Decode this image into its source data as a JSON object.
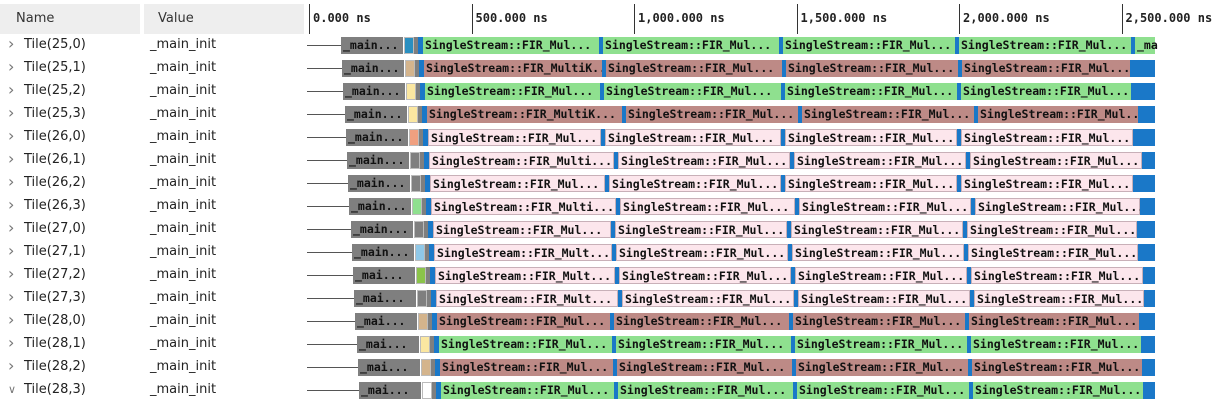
{
  "header": {
    "name_label": "Name",
    "value_label": "Value"
  },
  "timeline": {
    "ticks": [
      "0.000 ns",
      "500.000 ns",
      "1,000.000 ns",
      "1,500.000 ns",
      "2,000.000 ns",
      "2,500.000 ns"
    ],
    "colors": {
      "main": "#7f7f7f",
      "green": "#8fe08f",
      "rose": "#bd8a86",
      "pink": "#fce6ec",
      "blue": "#1a78c8",
      "line": "#555555"
    }
  },
  "rows": [
    {
      "name": "Tile(25,0)",
      "value": "_main_init",
      "expanded": false,
      "main": "_main...",
      "chip": "#2a8fc0",
      "sc": "green",
      "streams": [
        "SingleStream::FIR_Mul...",
        "SingleStream::FIR_Mul...",
        "SingleStream::FIR_Mul...",
        "SingleStream::FIR_Mul..."
      ],
      "tail": "_ma"
    },
    {
      "name": "Tile(25,1)",
      "value": "_main_init",
      "expanded": false,
      "main": "_main...",
      "chip": "#d4b48c",
      "sc": "rose",
      "streams": [
        "SingleStream::FIR_MultiK...",
        "SingleStream::FIR_Mul...",
        "SingleStream::FIR_Mul...",
        "SingleStream::FIR_Mul..."
      ],
      "tail": ""
    },
    {
      "name": "Tile(25,2)",
      "value": "_main_init",
      "expanded": false,
      "main": "_main...",
      "chip": "#fbe7a1",
      "sc": "green",
      "streams": [
        "SingleStream::FIR_Mul...",
        "SingleStream::FIR_Mul...",
        "SingleStream::FIR_Mul...",
        "SingleStream::FIR_Mul..."
      ],
      "tail": ""
    },
    {
      "name": "Tile(25,3)",
      "value": "_main_init",
      "expanded": false,
      "main": "_main...",
      "chip": "#fbe7a1",
      "sc": "rose",
      "streams": [
        "SingleStream::FIR_MultiK...",
        "SingleStream::FIR_Mul...",
        "SingleStream::FIR_Mul...",
        "SingleStream::FIR_Mul..."
      ],
      "tail": ""
    },
    {
      "name": "Tile(26,0)",
      "value": "_main_init",
      "expanded": false,
      "main": "_main...",
      "chip": "#f0a080",
      "sc": "pink",
      "streams": [
        "SingleStream::FIR_Mul...",
        "SingleStream::FIR_Mul...",
        "SingleStream::FIR_Mul...",
        "SingleStream::FIR_Mul..."
      ],
      "tail": ""
    },
    {
      "name": "Tile(26,1)",
      "value": "_main_init",
      "expanded": false,
      "main": "_main...",
      "chip": "#7f7f7f",
      "sc": "pink",
      "streams": [
        "SingleStream::FIR_Multi...",
        "SingleStream::FIR_Mul...",
        "SingleStream::FIR_Mul...",
        "SingleStream::FIR_Mul..."
      ],
      "tail": ""
    },
    {
      "name": "Tile(26,2)",
      "value": "_main_init",
      "expanded": false,
      "main": "_main...",
      "chip": "#7f7f7f",
      "sc": "pink",
      "streams": [
        "SingleStream::FIR_Mul...",
        "SingleStream::FIR_Mul...",
        "SingleStream::FIR_Mul...",
        "SingleStream::FIR_Mul..."
      ],
      "tail": ""
    },
    {
      "name": "Tile(26,3)",
      "value": "_main_init",
      "expanded": false,
      "main": "_main...",
      "chip": "#8fe08f",
      "sc": "pink",
      "streams": [
        "SingleStream::FIR_Multi...",
        "SingleStream::FIR_Mul...",
        "SingleStream::FIR_Mul...",
        "SingleStream::FIR_Mul..."
      ],
      "tail": ""
    },
    {
      "name": "Tile(27,0)",
      "value": "_main_init",
      "expanded": false,
      "main": "_main...",
      "chip": "#7f7f7f",
      "sc": "pink",
      "streams": [
        "SingleStream::FIR_Mul...",
        "SingleStream::FIR_Mul...",
        "SingleStream::FIR_Mul...",
        "SingleStream::FIR_Mul..."
      ],
      "tail": ""
    },
    {
      "name": "Tile(27,1)",
      "value": "_main_init",
      "expanded": false,
      "main": "_main...",
      "chip": "#8fc8e8",
      "sc": "pink",
      "streams": [
        "SingleStream::FIR_Mult...",
        "SingleStream::FIR_Mul...",
        "SingleStream::FIR_Mul...",
        "SingleStream::FIR_Mul..."
      ],
      "tail": ""
    },
    {
      "name": "Tile(27,2)",
      "value": "_main_init",
      "expanded": false,
      "main": "_mai...",
      "chip": "#8bc34a",
      "sc": "pink",
      "streams": [
        "SingleStream::FIR_Mult...",
        "SingleStream::FIR_Mul...",
        "SingleStream::FIR_Mul...",
        "SingleStream::FIR_Mul..."
      ],
      "tail": ""
    },
    {
      "name": "Tile(27,3)",
      "value": "_main_init",
      "expanded": false,
      "main": "_mai...",
      "chip": "#7f7f7f",
      "sc": "pink",
      "streams": [
        "SingleStream::FIR_Mult...",
        "SingleStream::FIR_Mul...",
        "SingleStream::FIR_Mul...",
        "SingleStream::FIR_Mul..."
      ],
      "tail": ""
    },
    {
      "name": "Tile(28,0)",
      "value": "_main_init",
      "expanded": false,
      "main": "_mai...",
      "chip": "#d4b48c",
      "sc": "rose",
      "streams": [
        "SingleStream::FIR_Mul...",
        "SingleStream::FIR_Mul...",
        "SingleStream::FIR_Mul...",
        "SingleStream::FIR_Mul..."
      ],
      "tail": ""
    },
    {
      "name": "Tile(28,1)",
      "value": "_main_init",
      "expanded": false,
      "main": "_mai...",
      "chip": "#fbe7a1",
      "sc": "green",
      "streams": [
        "SingleStream::FIR_Mul...",
        "SingleStream::FIR_Mul...",
        "SingleStream::FIR_Mul...",
        "SingleStream::FIR_Mul..."
      ],
      "tail": ""
    },
    {
      "name": "Tile(28,2)",
      "value": "_main_init",
      "expanded": false,
      "main": "_mai...",
      "chip": "#d4b48c",
      "sc": "rose",
      "streams": [
        "SingleStream::FIR_Mul...",
        "SingleStream::FIR_Mul...",
        "SingleStream::FIR_Mul...",
        "SingleStream::FIR_Mul..."
      ],
      "tail": ""
    },
    {
      "name": "Tile(28,3)",
      "value": "_main_init",
      "expanded": true,
      "main": "_mai...",
      "chip": "#ffffff",
      "sc": "green",
      "streams": [
        "SingleStream::FIR_Mul...",
        "SingleStream::FIR_Mul...",
        "SingleStream::FIR_Mul...",
        "SingleStream::FIR_Mul..."
      ],
      "tail": ""
    }
  ]
}
